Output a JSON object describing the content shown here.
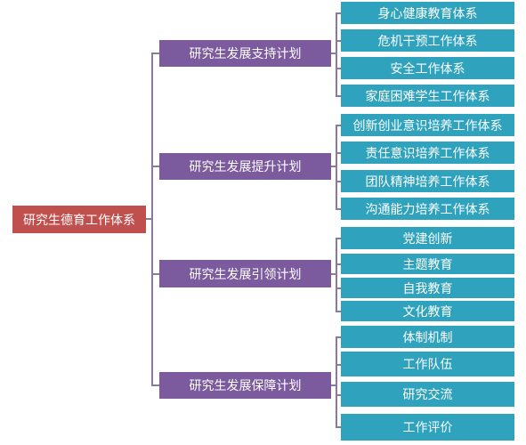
{
  "root": {
    "label": "研究生德育工作体系"
  },
  "groups": [
    {
      "label": "研究生发展支持计划",
      "items": [
        "身心健康教育体系",
        "危机干预工作体系",
        "安全工作体系",
        "家庭困难学生工作体系"
      ]
    },
    {
      "label": "研究生发展提升计划",
      "items": [
        "创新创业意识培养工作体系",
        "责任意识培养工作体系",
        "团队精神培养工作体系",
        "沟通能力培养工作体系"
      ]
    },
    {
      "label": "研究生发展引领计划",
      "items": [
        "党建创新",
        "主题教育",
        "自我教育",
        "文化教育"
      ]
    },
    {
      "label": "研究生发展保障计划",
      "items": [
        "体制机制",
        "工作队伍",
        "研究交流",
        "工作评价"
      ]
    }
  ],
  "colors": {
    "root": "#c0504d",
    "group": "#7b5a9e",
    "leaf": "#2fa3bd",
    "connector": "#8a7aa0"
  }
}
